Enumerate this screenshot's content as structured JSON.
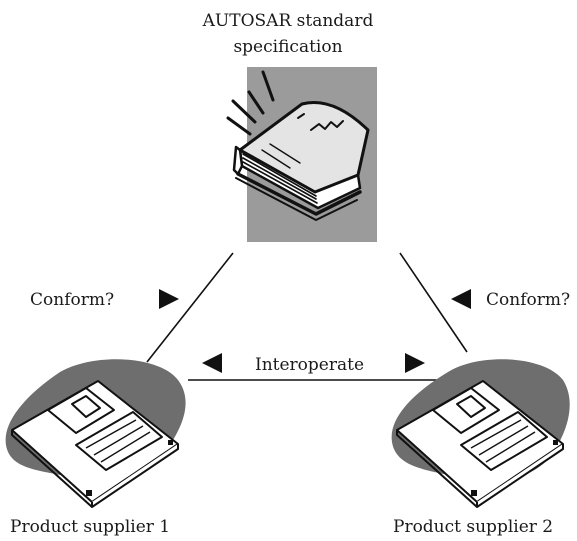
{
  "title": {
    "line1": "AUTOSAR standard",
    "line2": "specification"
  },
  "edges": {
    "left_label": "Conform?",
    "right_label": "Conform?",
    "bottom_label": "Interoperate"
  },
  "nodes": {
    "supplier1": "Product supplier 1",
    "supplier2": "Product supplier 2"
  },
  "icons": {
    "spec": "book-icon",
    "supplier1": "floppy-disk-icon",
    "supplier2": "floppy-disk-icon"
  },
  "colors": {
    "spec_background": "#9b9b9b",
    "blob": "#6e6e6e",
    "ink": "#111111"
  }
}
